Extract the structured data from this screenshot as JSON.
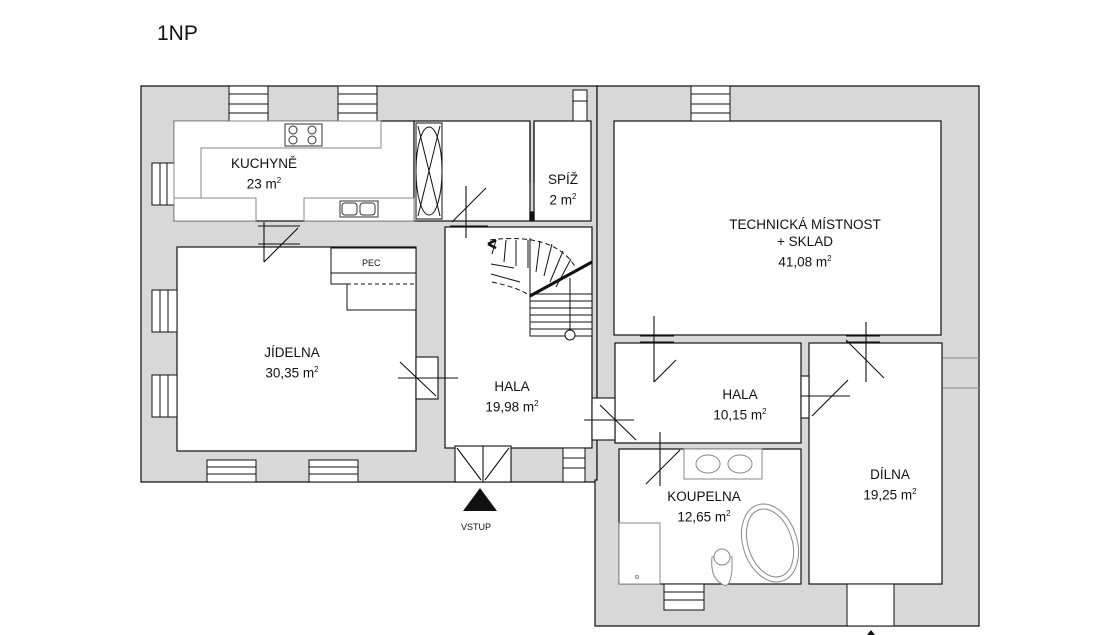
{
  "floor": {
    "title": "1NP"
  },
  "rooms": {
    "kuchyne": {
      "name": "KUCHYNĚ",
      "area": "23 m",
      "sup": "2"
    },
    "spiz": {
      "name": "SPÍŽ",
      "area": "2 m",
      "sup": "2"
    },
    "technicka": {
      "name_line1": "TECHNICKÁ MÍSTNOST",
      "name_line2": "+ SKLAD",
      "area": "41,08 m",
      "sup": "2"
    },
    "jidelna": {
      "name": "JÍDELNA",
      "area": "30,35 m",
      "sup": "2"
    },
    "hala1": {
      "name": "HALA",
      "area": "19,98 m",
      "sup": "2"
    },
    "hala2": {
      "name": "HALA",
      "area": "10,15 m",
      "sup": "2"
    },
    "koupelna": {
      "name": "KOUPELNA",
      "area": "12,65 m",
      "sup": "2"
    },
    "dilna": {
      "name": "DÍLNA",
      "area": "19,25 m",
      "sup": "2"
    }
  },
  "fixtures": {
    "pec": "PEC"
  },
  "entrance": {
    "label": "VSTUP"
  },
  "colors": {
    "wall": "#d8d8d8",
    "line": "#111111",
    "room": "#ffffff",
    "kitchen_outline": "#888888"
  }
}
